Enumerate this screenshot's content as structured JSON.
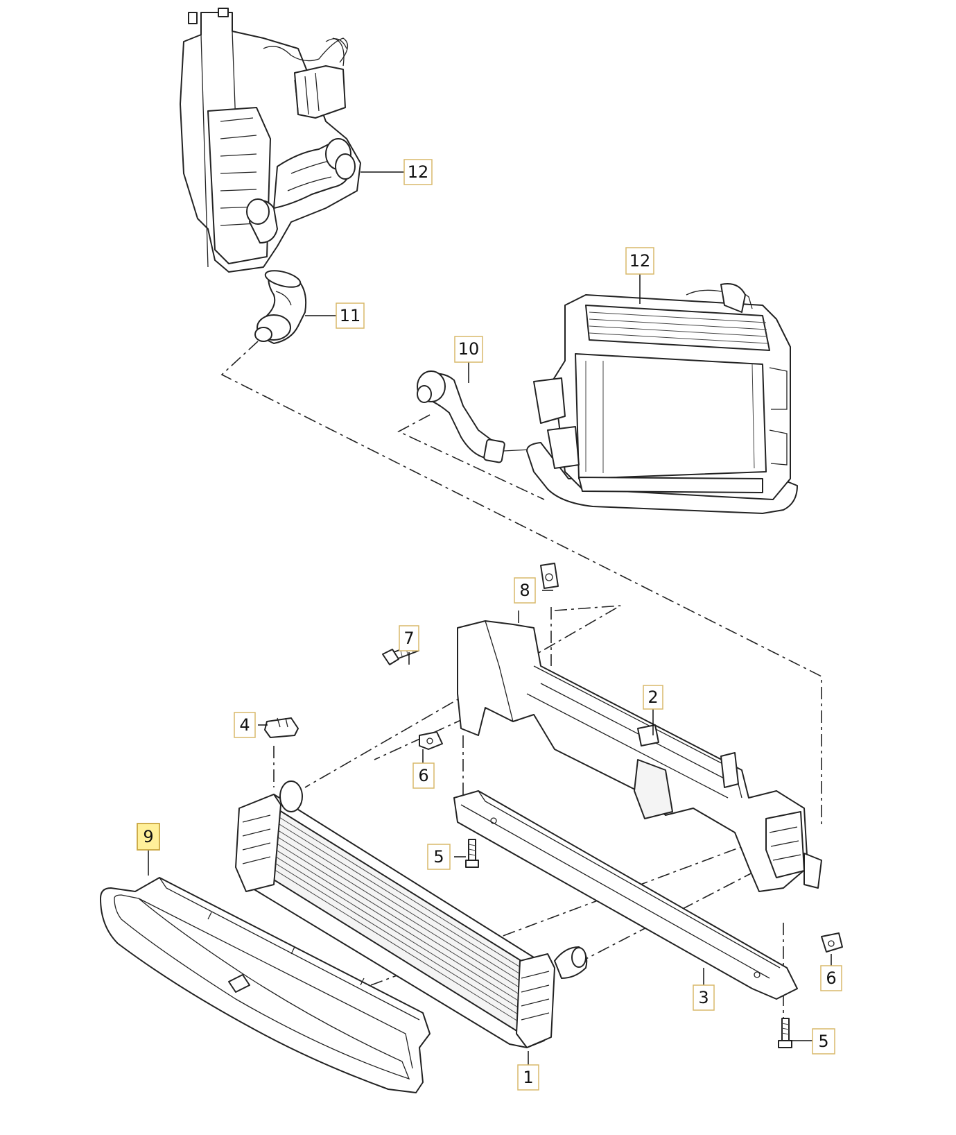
{
  "diagram": {
    "highlight_color": "#fff09a",
    "callouts": [
      {
        "id": "c12a",
        "label": "12"
      },
      {
        "id": "c11",
        "label": "11"
      },
      {
        "id": "c12b",
        "label": "12"
      },
      {
        "id": "c10",
        "label": "10"
      },
      {
        "id": "c8",
        "label": "8"
      },
      {
        "id": "c7",
        "label": "7"
      },
      {
        "id": "c2",
        "label": "2"
      },
      {
        "id": "c4",
        "label": "4"
      },
      {
        "id": "c6a",
        "label": "6"
      },
      {
        "id": "c9",
        "label": "9",
        "highlighted": true
      },
      {
        "id": "c5a",
        "label": "5"
      },
      {
        "id": "c6b",
        "label": "6"
      },
      {
        "id": "c3",
        "label": "3"
      },
      {
        "id": "c5b",
        "label": "5"
      },
      {
        "id": "c1",
        "label": "1"
      }
    ]
  }
}
